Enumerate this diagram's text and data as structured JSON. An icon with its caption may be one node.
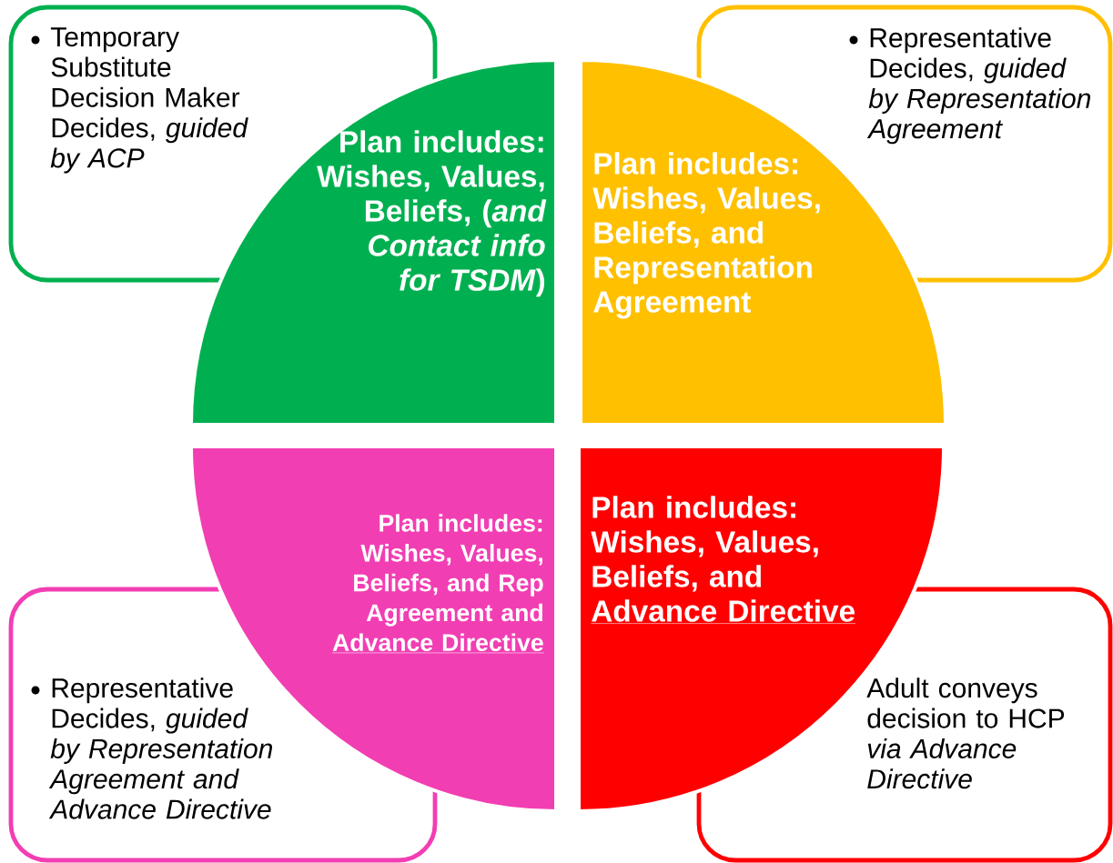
{
  "diagram": {
    "nodes": [
      {
        "text": [
          "Temporary Substitute Decision Maker Decides, *guided by ACP*"
        ]
      },
      {
        "text": [
          "Representative Decides, *guided by Representation Agreement*"
        ]
      },
      {
        "text": [
          "Plan includes: Wishes, Values, Beliefs, (*and Contact info for TSDM*)"
        ]
      },
      {
        "text": [
          "Plan includes: Wishes, Values, Beliefs, and Representation Agreement"
        ]
      },
      {
        "text": [
          "Plan includes: Wishes, Values, Beliefs, and Rep Agreement and",
          "Advance Directive"
        ]
      },
      {
        "text": [
          "Plan includes: Wishes, Values, Beliefs, and",
          "Advance Directive"
        ]
      },
      {
        "text": [
          "Representative Decides, *guided by Representation Agreement and Advance Directive*"
        ]
      },
      {
        "text": [
          "Adult conveys decision to HCP *via Advance Directive*"
        ]
      }
    ]
  }
}
